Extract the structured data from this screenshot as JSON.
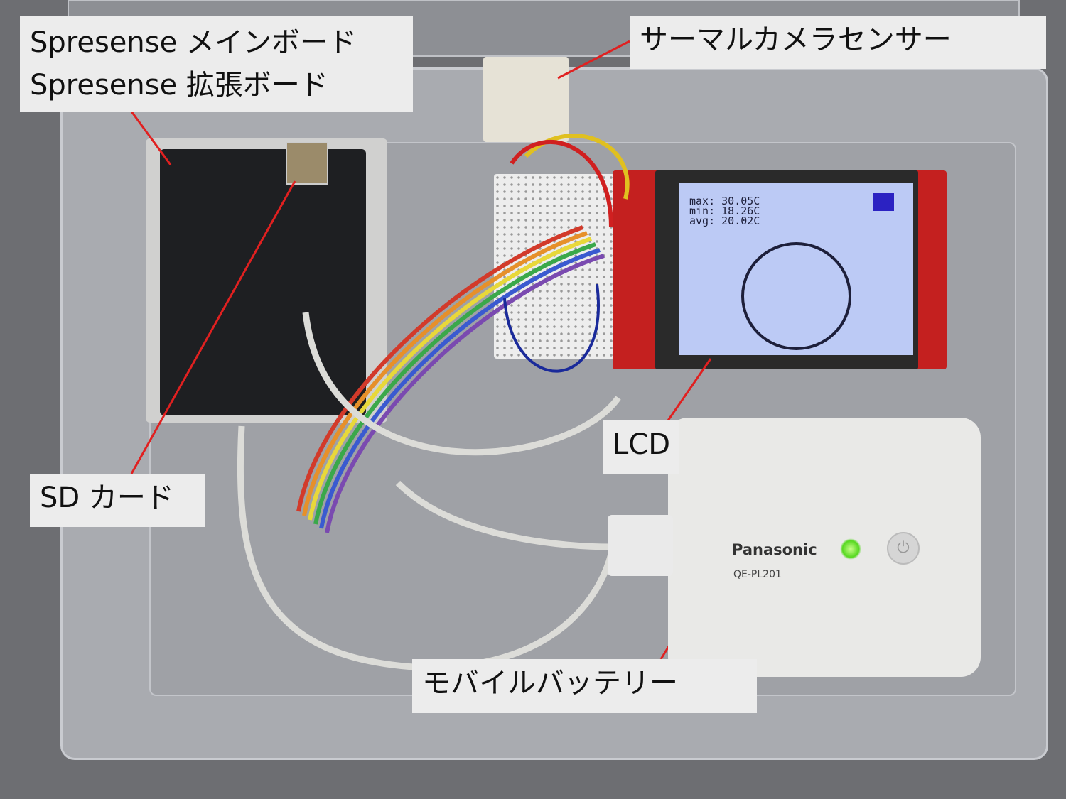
{
  "labels": {
    "main_board": "Spresense メインボード",
    "ext_board": "Spresense 拡張ボード",
    "thermal_sensor": "サーマルカメラセンサー",
    "sd_card": "SD カード",
    "lcd": "LCD",
    "battery": "モバイルバッテリー"
  },
  "lcd_screen": {
    "line1": "max: 30.05C",
    "line2": "min: 18.26C",
    "line3": "avg: 20.02C"
  },
  "battery": {
    "brand": "Panasonic",
    "model": "QE-PL201"
  },
  "colors": {
    "pointer": "#e02020",
    "label_bg": "#ececec",
    "screen": "#bccaf5"
  }
}
